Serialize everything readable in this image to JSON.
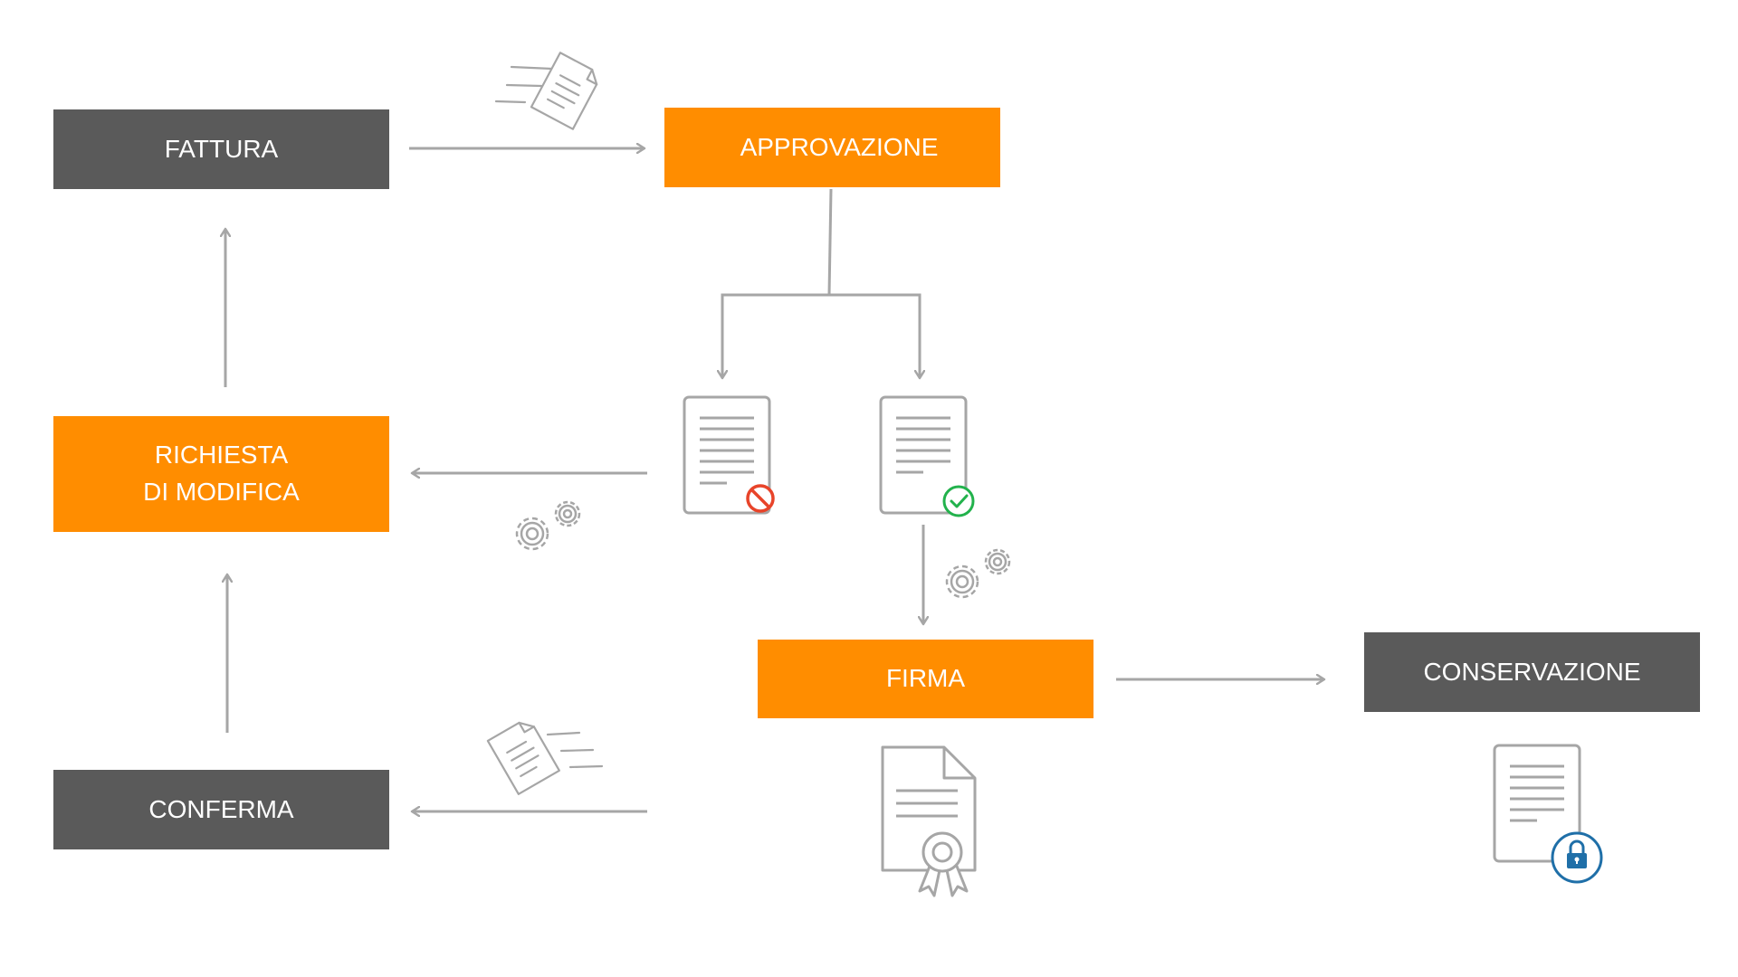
{
  "nodes": {
    "fattura": "FATTURA",
    "approvazione": "APPROVAZIONE",
    "richiesta_line1": "RICHIESTA",
    "richiesta_line2": "DI MODIFICA",
    "conferma": "CONFERMA",
    "firma": "FIRMA",
    "conservazione": "CONSERVAZIONE"
  },
  "colors": {
    "dark_box": "#5a5a5a",
    "orange_box": "#ff8d00",
    "arrow": "#a6a6a6",
    "reject": "#e8442a",
    "approve": "#22b24c",
    "lock": "#1f6fa8"
  },
  "icons": [
    "document-flying-icon",
    "document-rejected-icon",
    "document-approved-icon",
    "gears-icon",
    "certificate-document-icon",
    "locked-document-icon"
  ]
}
